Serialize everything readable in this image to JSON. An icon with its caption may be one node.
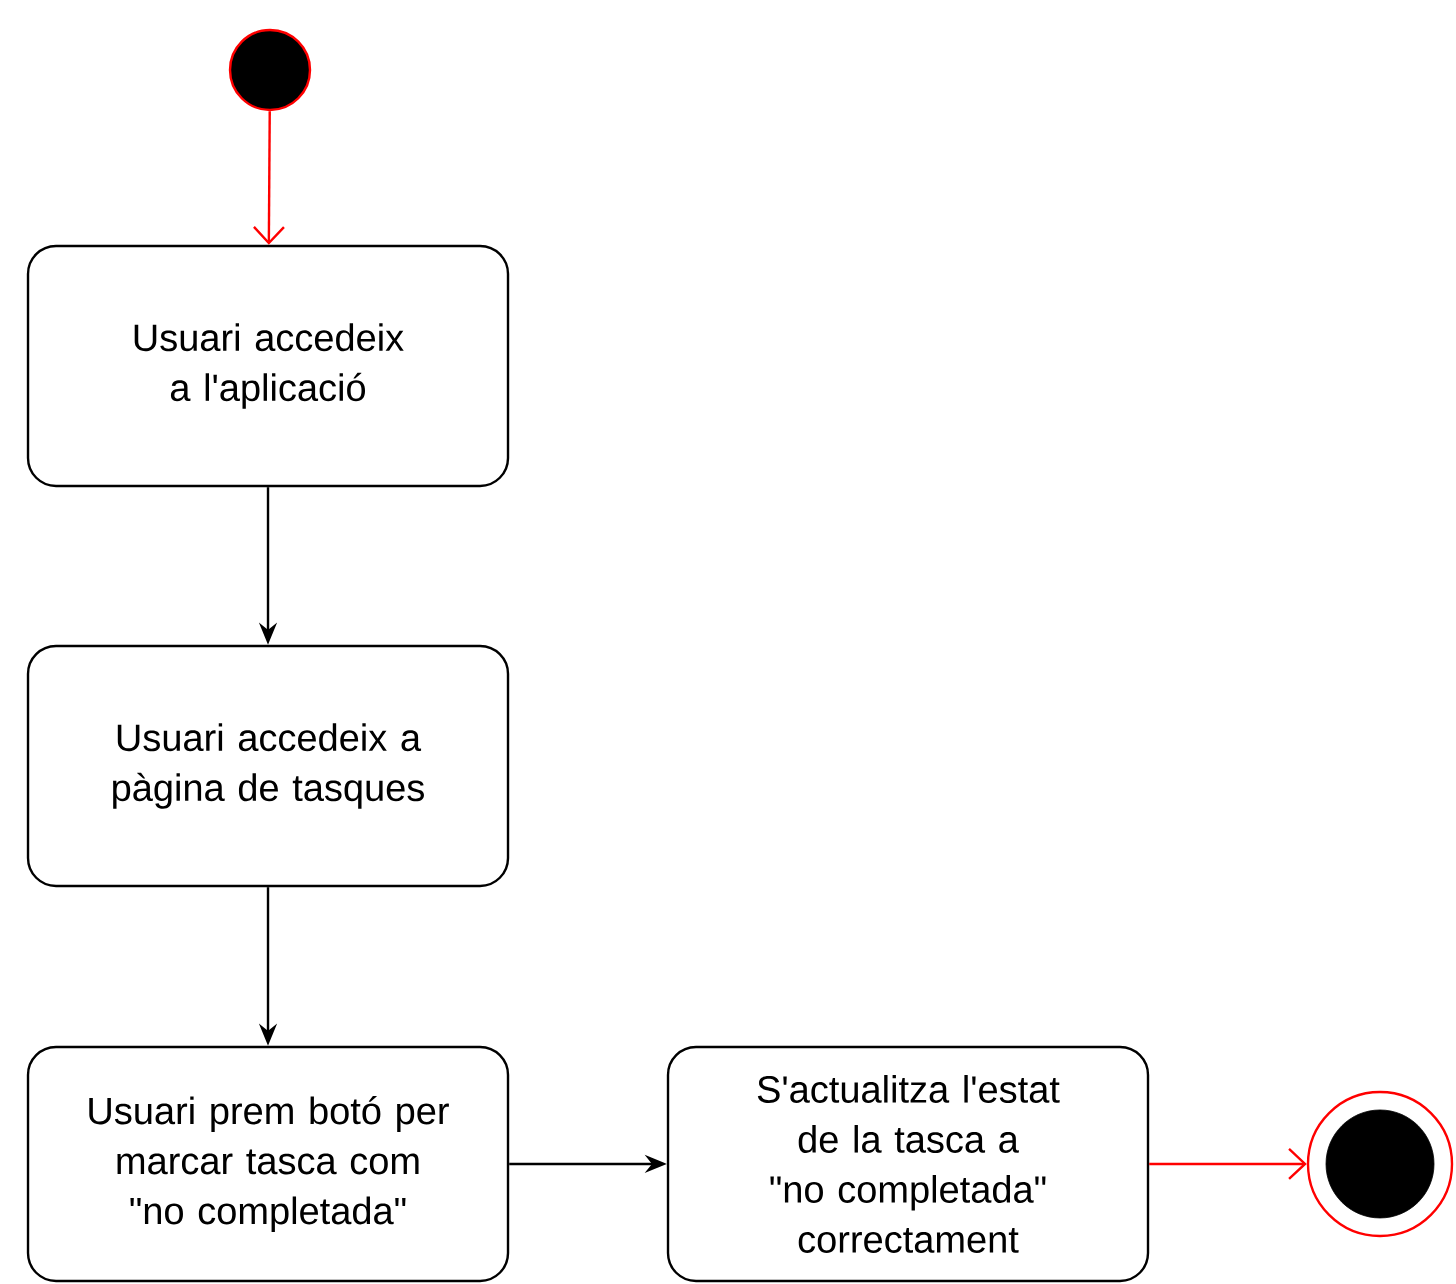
{
  "diagram": {
    "nodes": [
      {
        "text": [],
        "shape": "circle"
      },
      {
        "text": [
          "Usuari accedeix a l'aplicació"
        ]
      },
      {
        "text": [
          "Usuari accedeix a pàgina de tasques"
        ]
      },
      {
        "text": [
          "Usuari prem botó per marcar tasca com \"no completada\""
        ]
      },
      {
        "text": [
          "S'actualitza l'estat de la tasca a \"no completada\" correctament"
        ]
      },
      {
        "text": [],
        "shape": "circle"
      }
    ],
    "edges": [
      {
        "from": 0,
        "to": 1,
        "arrow": "to",
        "color": "#ff0000"
      },
      {
        "from": 1,
        "to": 2,
        "arrow": "to"
      },
      {
        "from": 2,
        "to": 3,
        "arrow": "to"
      },
      {
        "from": 3,
        "to": 4,
        "arrow": "to"
      },
      {
        "from": 4,
        "to": 5,
        "arrow": "to",
        "color": "#ff0000"
      }
    ]
  }
}
